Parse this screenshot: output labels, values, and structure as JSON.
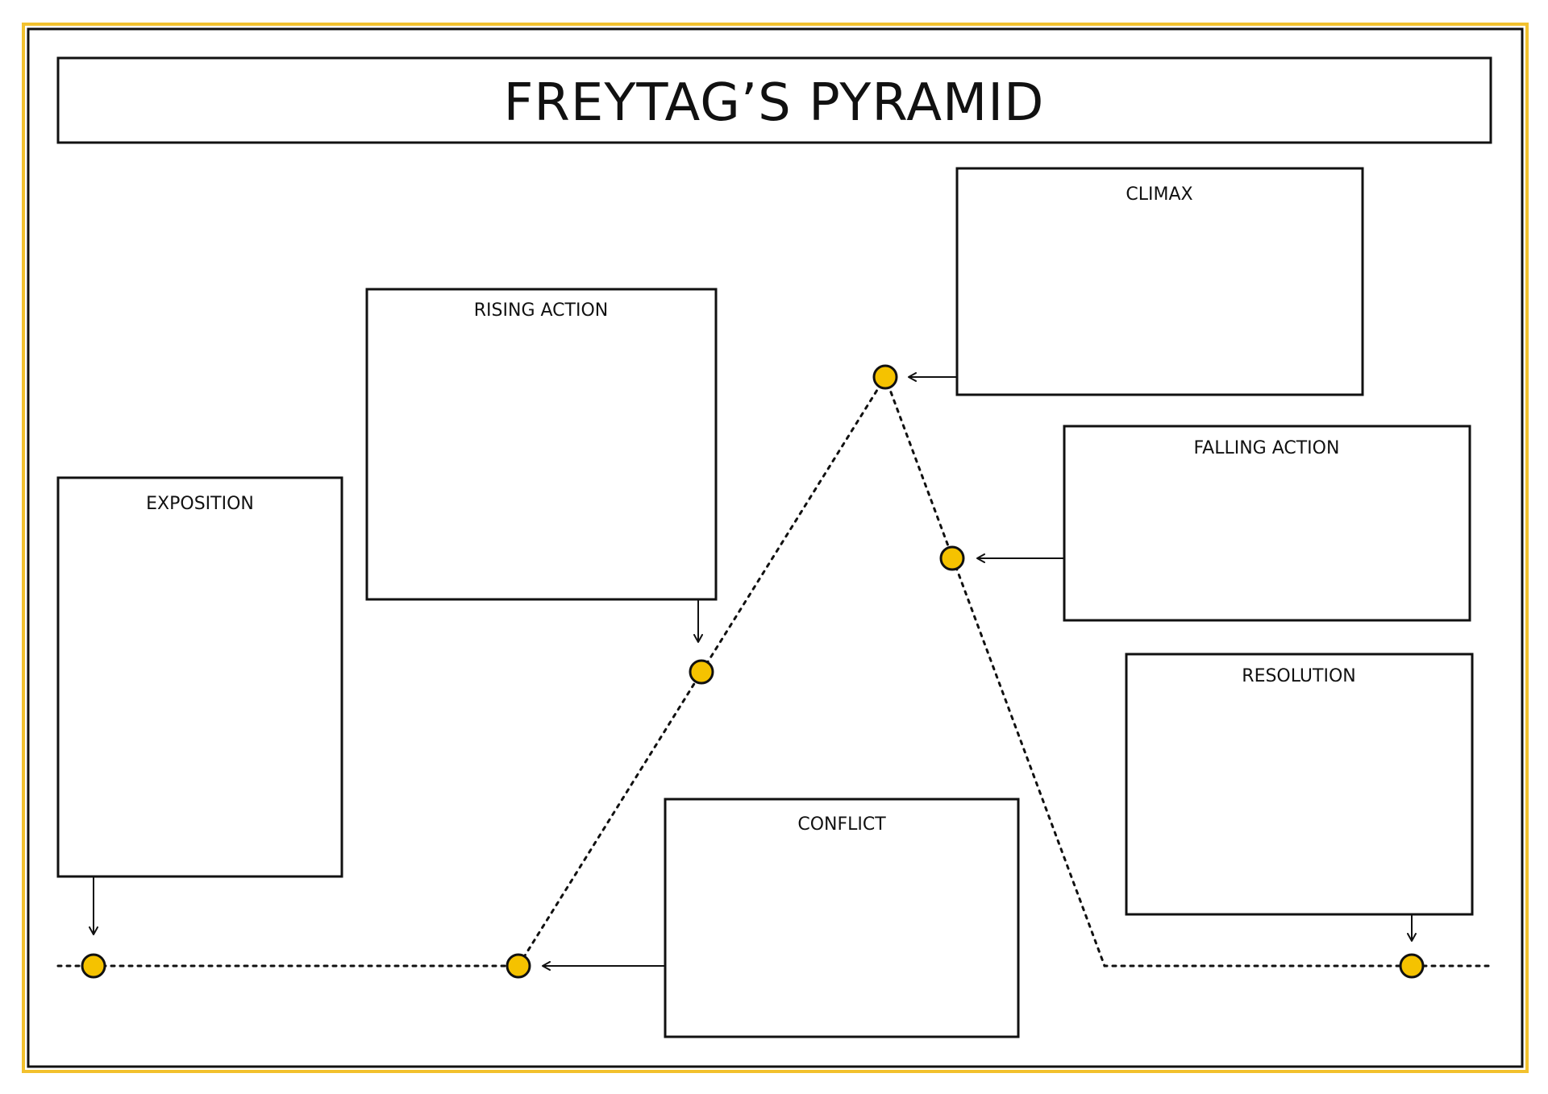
{
  "title": "FREYTAG’S PYRAMID",
  "colors": {
    "border_accent": "#F2C12E",
    "node_fill": "#F5C200",
    "ink": "#111111",
    "background": "#FFFFFF"
  },
  "stages": {
    "exposition": {
      "label": "EXPOSITION"
    },
    "conflict": {
      "label": "CONFLICT"
    },
    "rising_action": {
      "label": "RISING ACTION"
    },
    "climax": {
      "label": "CLIMAX"
    },
    "falling_action": {
      "label": "FALLING ACTION"
    },
    "resolution": {
      "label": "RESOLUTION"
    }
  }
}
